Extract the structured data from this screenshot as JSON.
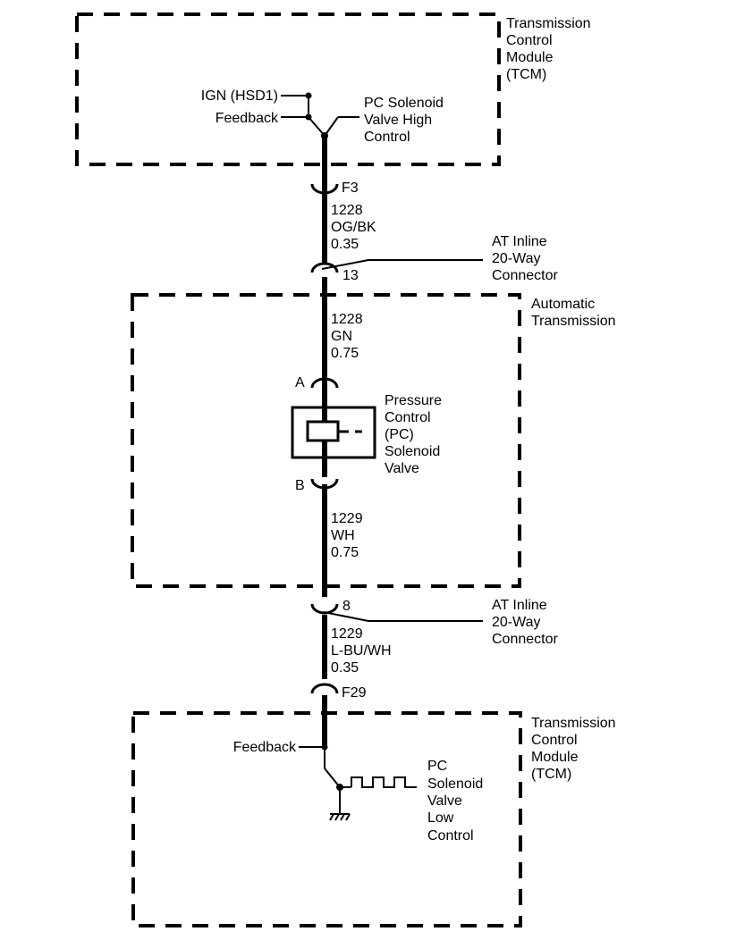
{
  "tcm_top": {
    "label_lines": [
      "Transmission",
      "Control",
      "Module",
      "(TCM)"
    ],
    "ign_label": "IGN (HSD1)",
    "feedback_label": "Feedback",
    "driver_lines": [
      "PC Solenoid",
      "Valve High",
      "Control"
    ]
  },
  "conn_f3": {
    "pin": "F3"
  },
  "wire_1228_og": {
    "lines": [
      "1228",
      "OG/BK",
      "0.35"
    ]
  },
  "inline_upper": {
    "pin": "13",
    "label_lines": [
      "AT Inline",
      "20-Way",
      "Connector"
    ]
  },
  "auto_trans": {
    "label_lines": [
      "Automatic",
      "Transmission"
    ]
  },
  "wire_1228_gn": {
    "lines": [
      "1228",
      "GN",
      "0.75"
    ]
  },
  "solenoid": {
    "pin_a": "A",
    "pin_b": "B",
    "label_lines": [
      "Pressure",
      "Control",
      "(PC)",
      "Solenoid",
      "Valve"
    ]
  },
  "wire_1229_wh": {
    "lines": [
      "1229",
      "WH",
      "0.75"
    ]
  },
  "inline_lower": {
    "pin": "8",
    "label_lines": [
      "AT Inline",
      "20-Way",
      "Connector"
    ]
  },
  "wire_1229_lbu": {
    "lines": [
      "1229",
      "L-BU/WH",
      "0.35"
    ]
  },
  "conn_f29": {
    "pin": "F29"
  },
  "tcm_bottom": {
    "label_lines": [
      "Transmission",
      "Control",
      "Module",
      "(TCM)"
    ],
    "feedback_label": "Feedback",
    "driver_lines": [
      "PC",
      "Solenoid",
      "Valve",
      "Low",
      "Control"
    ]
  }
}
